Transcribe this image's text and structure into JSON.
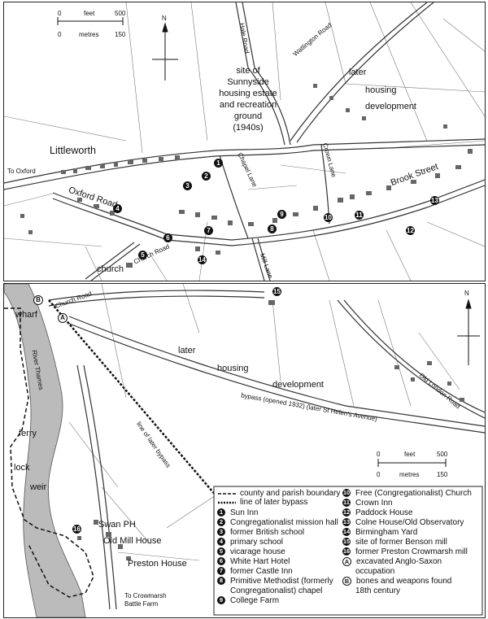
{
  "top_map": {
    "scale": {
      "feet_label": "feet",
      "feet_0": "0",
      "feet_500": "500",
      "metres_label": "metres",
      "metres_0": "0",
      "metres_150": "150"
    },
    "north": "N",
    "labels": {
      "littleworth": "Littleworth",
      "to_oxford": "To Oxford",
      "oxford_road": "Oxford Road",
      "church": "church",
      "church_road": "Church Road",
      "hale_road": "Hale Road",
      "watlington_road": "Watlington Road",
      "chapel_lane": "Chapel Lane",
      "crown_lane": "Crown Lane",
      "brook_street": "Brook Street",
      "mill_lane": "Mill Lane",
      "sunnyside_1": "site of",
      "sunnyside_2": "Sunnyside",
      "sunnyside_3": "housing estate",
      "sunnyside_4": "and recreation",
      "sunnyside_5": "ground",
      "sunnyside_6": "(1940s)",
      "later_housing_1": "later",
      "later_housing_2": "housing",
      "later_housing_3": "development"
    },
    "markers": [
      "1",
      "2",
      "3",
      "4",
      "5",
      "6",
      "7",
      "8",
      "9",
      "10",
      "11",
      "12",
      "13",
      "14"
    ]
  },
  "bottom_map": {
    "north": "N",
    "scale": {
      "feet_label": "feet",
      "feet_0": "0",
      "feet_500": "500",
      "metres_label": "metres",
      "metres_0": "0",
      "metres_150": "150"
    },
    "labels": {
      "church_road": "Church Road",
      "wharf": "wharf",
      "river_thames": "River Thames",
      "ferry": "ferry",
      "lock": "lock",
      "weir": "weir",
      "later_1": "later",
      "later_2": "housing",
      "later_3": "development",
      "bypass": "bypass (opened 1932) (later St Helen's Avenue)",
      "old_london_road": "Old London Road",
      "line_later_bypass": "line of later bypass",
      "swan_ph": "Swan PH",
      "old_mill_house": "Old Mill House",
      "preston_house": "Preston House",
      "to_crowmarsh_1": "To Crowmarsh",
      "to_crowmarsh_2": "Battle Farm"
    },
    "markers": [
      "A",
      "B",
      "15",
      "16"
    ]
  },
  "legend": {
    "boundary": "county and parish boundary",
    "later_bypass": "line of later bypass",
    "left_items": [
      {
        "key": "1",
        "label": "Sun Inn"
      },
      {
        "key": "2",
        "label": "Congregationalist mission hall"
      },
      {
        "key": "3",
        "label": "former British school"
      },
      {
        "key": "4",
        "label": "primary school"
      },
      {
        "key": "5",
        "label": "vicarage house"
      },
      {
        "key": "6",
        "label": "White Hart Hotel"
      },
      {
        "key": "7",
        "label": "former Castle Inn"
      },
      {
        "key": "8",
        "label": "Primitive Methodist (formerly"
      },
      {
        "key": "",
        "label": "Congregationalist) chapel"
      },
      {
        "key": "9",
        "label": "College Farm"
      }
    ],
    "right_items": [
      {
        "key": "10",
        "label": "Free (Congregationalist) Church"
      },
      {
        "key": "11",
        "label": "Crown Inn"
      },
      {
        "key": "12",
        "label": "Paddock House"
      },
      {
        "key": "13",
        "label": "Colne House/Old Observatory"
      },
      {
        "key": "14",
        "label": "Birmingham Yard"
      },
      {
        "key": "15",
        "label": "site of former Benson mill"
      },
      {
        "key": "16",
        "label": "former Preston Crowmarsh mill"
      },
      {
        "key": "A",
        "label": "excavated Anglo-Saxon"
      },
      {
        "key": "",
        "label": "occupation"
      },
      {
        "key": "B",
        "label": "bones and weapons found"
      },
      {
        "key": "",
        "label": "18th century"
      }
    ]
  }
}
